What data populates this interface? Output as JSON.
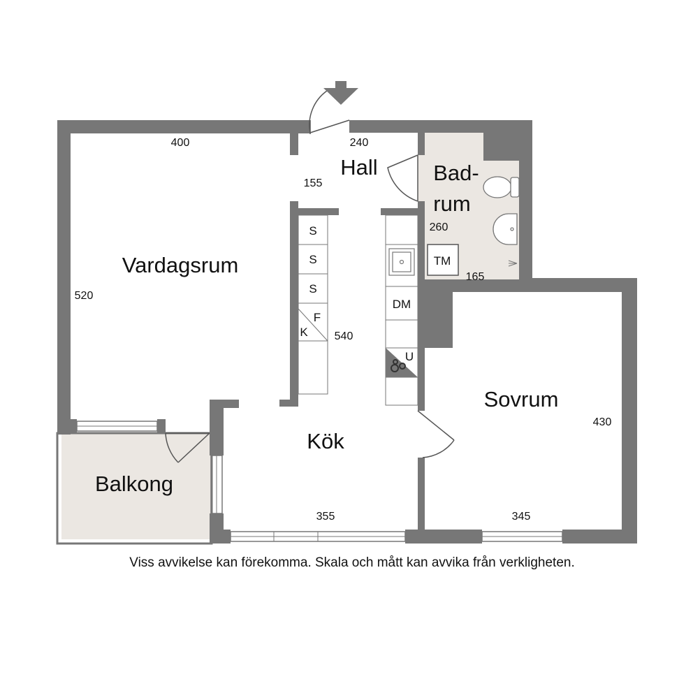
{
  "colors": {
    "wall": "#777777",
    "background": "#ffffff",
    "bathroom_floor": "#ebe7e2",
    "balcony_floor": "#ebe7e2",
    "text": "#111111"
  },
  "rooms": {
    "vardagsrum": "Vardagsrum",
    "hall": "Hall",
    "bad_line1": "Bad-",
    "bad_line2": "rum",
    "kok": "Kök",
    "sovrum": "Sovrum",
    "balkong": "Balkong"
  },
  "dimensions": {
    "vardagsrum_width": "400",
    "vardagsrum_height": "520",
    "hall_width": "240",
    "hall_depth": "155",
    "kitchen_length": "540",
    "bath_height": "260",
    "bath_width": "165",
    "kitchen_width": "355",
    "bedroom_width": "345",
    "bedroom_height": "430"
  },
  "fixtures": {
    "wardrobe_1": "S",
    "wardrobe_2": "S",
    "wardrobe_3": "S",
    "freezer": "F",
    "fridge": "K",
    "washing_machine": "TM",
    "dishwasher": "DM",
    "oven": "U"
  },
  "disclaimer": "Viss avvikelse kan förekomma. Skala och mått kan avvika från verkligheten."
}
